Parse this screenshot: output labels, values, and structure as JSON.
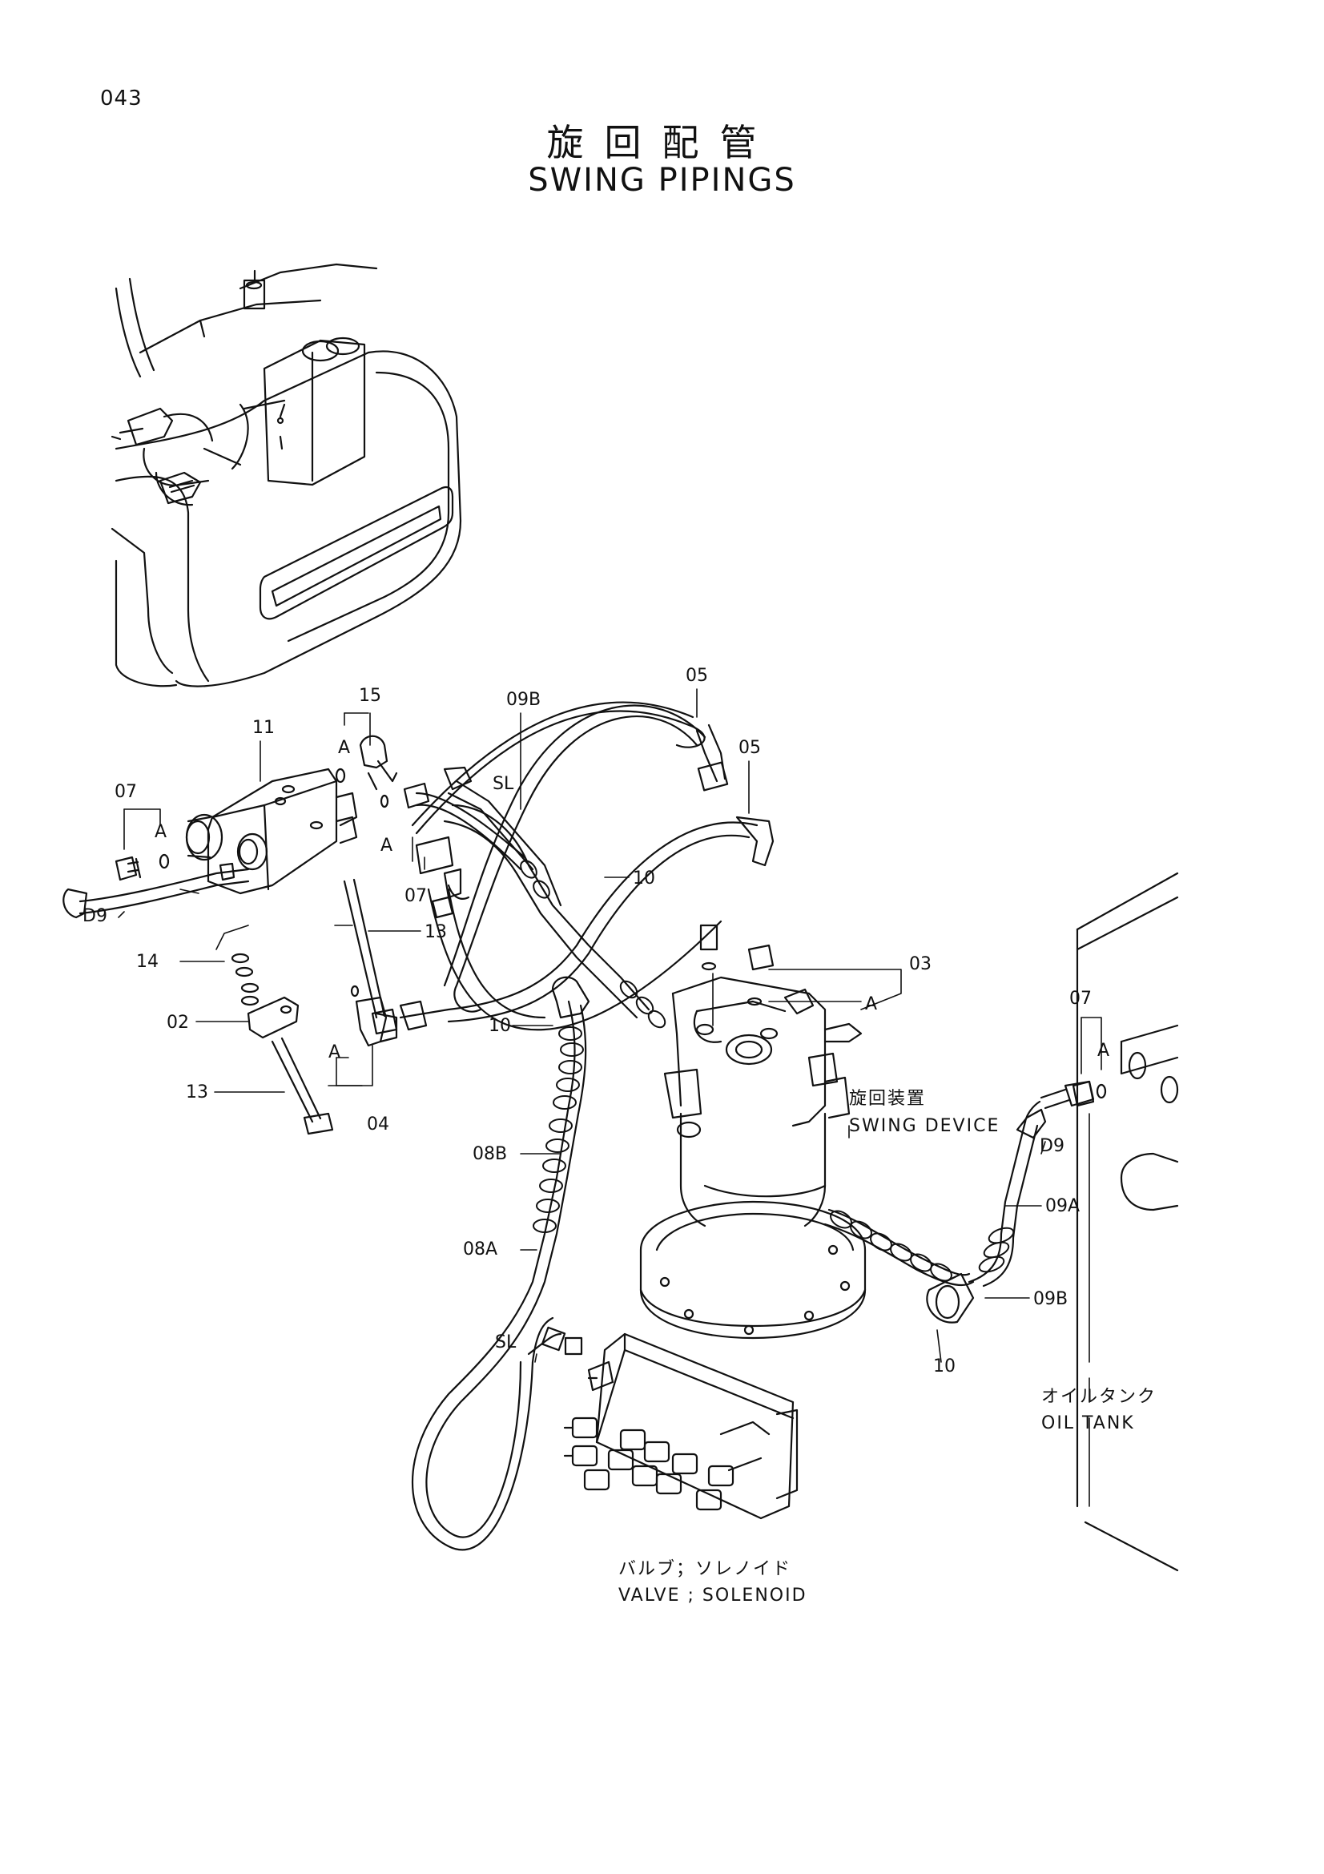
{
  "page_number": "043",
  "title_jp": "旋回配管",
  "title_en": "SWING PIPINGS",
  "callouts": {
    "c15": "15",
    "c11": "11",
    "c07a": "07",
    "c07b": "07",
    "c07c": "07",
    "c09b_top": "09B",
    "c05a": "05",
    "c05b": "05",
    "c10a": "10",
    "c10b": "10",
    "c10c": "10",
    "c13a": "13",
    "c13b": "13",
    "c14": "14",
    "c02": "02",
    "c04": "04",
    "c03": "03",
    "c08b": "08B",
    "c08a": "08A",
    "c09a": "09A",
    "c09b_right": "09B",
    "sl1": "SL",
    "sl2": "SL",
    "d9a": "D9",
    "d9b": "D9",
    "a1": "A",
    "a2": "A",
    "a3": "A",
    "a4": "A",
    "a5": "A",
    "a6": "A"
  },
  "captions": {
    "swing_device_jp": "旋回装置",
    "swing_device_en": "SWING DEVICE",
    "oil_tank_jp": "オイルタンク",
    "oil_tank_en": "OIL TANK",
    "valve_jp": "バルブ；ソレノイド",
    "valve_en": "VALVE ; SOLENOID"
  }
}
